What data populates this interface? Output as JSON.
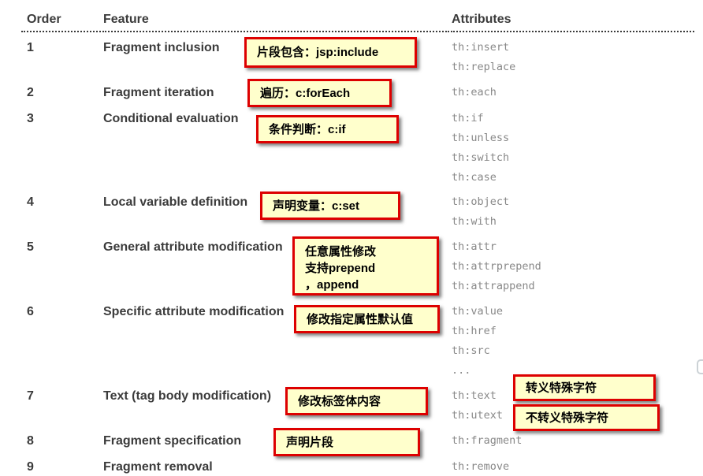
{
  "table": {
    "headers": {
      "order": "Order",
      "feature": "Feature",
      "attributes": "Attributes"
    },
    "rows": [
      {
        "order": "1",
        "feature": "Fragment inclusion",
        "attrs": [
          "th:insert",
          "th:replace"
        ]
      },
      {
        "order": "2",
        "feature": "Fragment iteration",
        "attrs": [
          "th:each"
        ]
      },
      {
        "order": "3",
        "feature": "Conditional evaluation",
        "attrs": [
          "th:if",
          "th:unless",
          "th:switch",
          "th:case"
        ]
      },
      {
        "order": "4",
        "feature": "Local variable definition",
        "attrs": [
          "th:object",
          "th:with"
        ]
      },
      {
        "order": "5",
        "feature": "General attribute modification",
        "attrs": [
          "th:attr",
          "th:attrprepend",
          "th:attrappend"
        ]
      },
      {
        "order": "6",
        "feature": "Specific attribute modification",
        "attrs": [
          "th:value",
          "th:href",
          "th:src",
          "..."
        ]
      },
      {
        "order": "7",
        "feature": "Text (tag body modification)",
        "attrs": [
          "th:text",
          "th:utext"
        ]
      },
      {
        "order": "8",
        "feature": "Fragment specification",
        "attrs": [
          "th:fragment"
        ]
      },
      {
        "order": "9",
        "feature": "Fragment removal",
        "attrs": [
          "th:remove"
        ]
      }
    ]
  },
  "annotations": [
    {
      "target": "Fragment inclusion",
      "lines": [
        "片段包含：jsp:include"
      ]
    },
    {
      "target": "Fragment iteration",
      "lines": [
        "遍历：c:forEach"
      ]
    },
    {
      "target": "Conditional evaluation",
      "lines": [
        "条件判断：c:if"
      ]
    },
    {
      "target": "Local variable definition",
      "lines": [
        "声明变量：c:set"
      ]
    },
    {
      "target": "General attribute modification",
      "lines": [
        "任意属性修改",
        "支持prepend",
        "，append"
      ]
    },
    {
      "target": "Specific attribute modification",
      "lines": [
        "修改指定属性默认值"
      ]
    },
    {
      "target": "Text (tag body modification)",
      "lines": [
        "修改标签体内容"
      ]
    },
    {
      "target": "Fragment specification",
      "lines": [
        "声明片段"
      ]
    },
    {
      "target": "th:text",
      "lines": [
        "转义特殊字符"
      ]
    },
    {
      "target": "th:utext",
      "lines": [
        "不转义特殊字符"
      ]
    }
  ],
  "colors": {
    "annotation_bg": "#ffffcc",
    "annotation_border": "#dd0000",
    "attribute_text": "#888888",
    "heading_text": "#3b3b3b",
    "background": "#ffffff"
  }
}
